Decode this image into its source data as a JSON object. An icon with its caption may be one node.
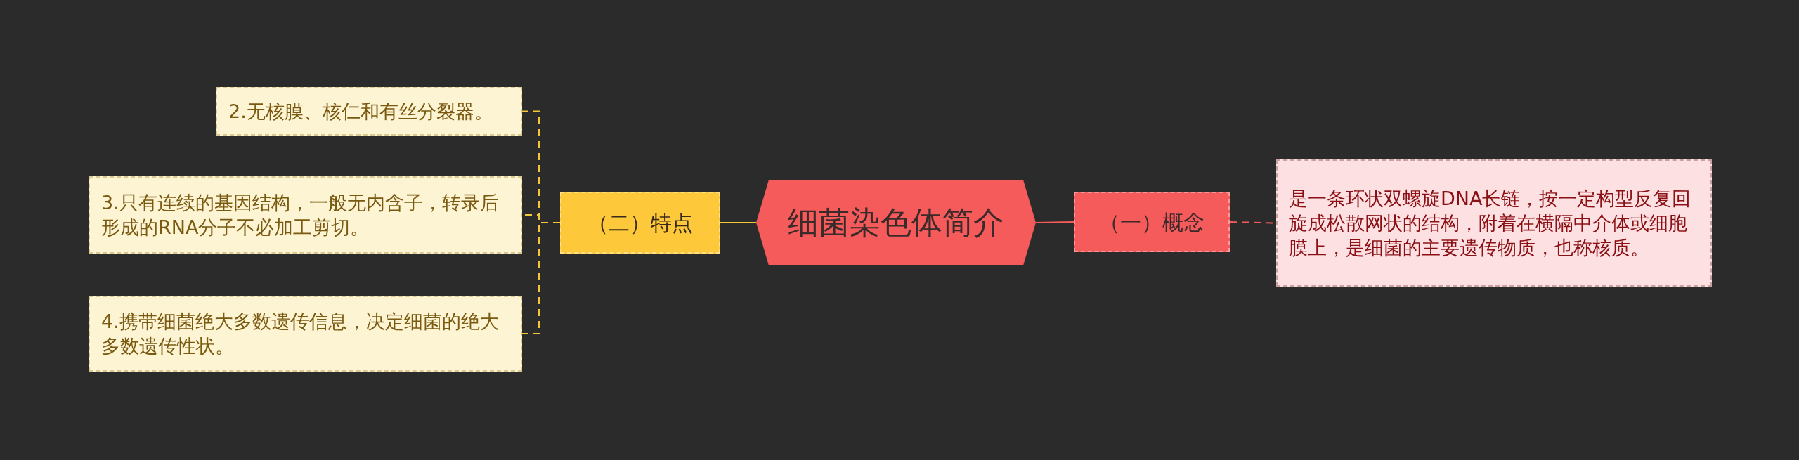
{
  "diagram": {
    "nodes": [
      {
        "text": [
          "细菌染色体简介"
        ]
      },
      {
        "text": [
          "（一）概念"
        ]
      },
      {
        "text": [
          "是一条环状双螺旋DNA长链，按一定构型反复回旋成松散网状的结构，附着在横隔中介体或细胞膜上，是细菌的主要遗传物质，也称核质。"
        ]
      },
      {
        "text": [
          "（二）特点"
        ]
      },
      {
        "text": [
          "2.无核膜、核仁和有丝分裂器。"
        ]
      },
      {
        "text": [
          "3.只有连续的基因结构，一般无内含子，转录后形成的RNA分子不必加工剪切。"
        ]
      },
      {
        "text": [
          "4.携带细菌绝大多数遗传信息，决定细菌的绝大多数遗传性状。"
        ]
      }
    ],
    "edges": [
      {
        "from": 0,
        "to": 1,
        "arrow": "none",
        "color": "#f65b5c"
      },
      {
        "from": 1,
        "to": 2,
        "arrow": "none",
        "style": "dashed",
        "color": "#f65b5c"
      },
      {
        "from": 0,
        "to": 3,
        "arrow": "none"
      },
      {
        "from": 3,
        "to": 4,
        "arrow": "none",
        "style": "dashed"
      },
      {
        "from": 3,
        "to": 5,
        "arrow": "none",
        "style": "dashed"
      },
      {
        "from": 3,
        "to": 6,
        "arrow": "none",
        "style": "dashed"
      }
    ]
  }
}
